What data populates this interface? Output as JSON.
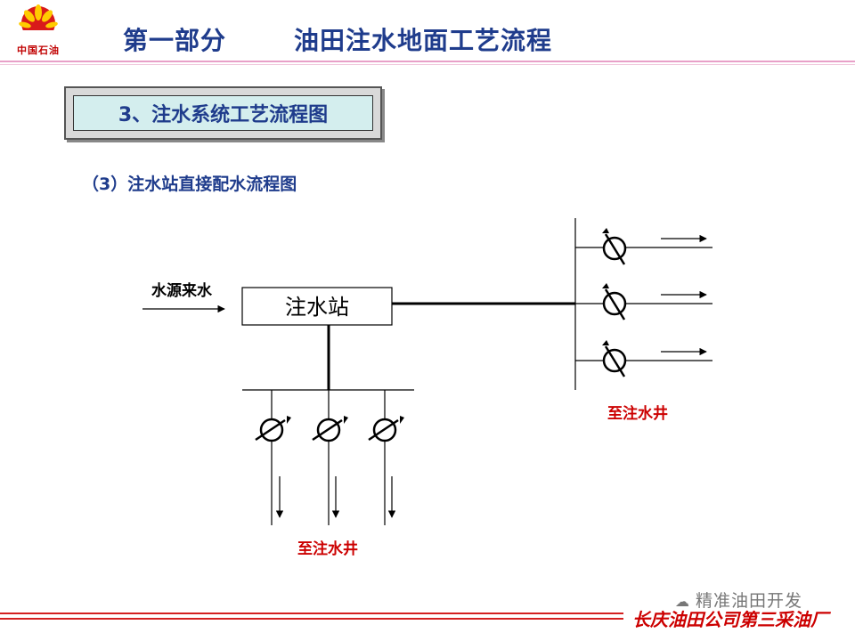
{
  "header": {
    "logo_text": "中国石油",
    "part": "第一部分",
    "title": "油田注水地面工艺流程"
  },
  "section": {
    "title": "3、注水系统工艺流程图",
    "subtitle": "（3）注水站直接配水流程图"
  },
  "diagram": {
    "source_label": "水源来水",
    "station_label": "注水站",
    "wells_label_right": "至注水井",
    "wells_label_bottom": "至注水井"
  },
  "footer": {
    "watermark": "精准油田开发",
    "company": "长庆油田公司第三采油厂"
  },
  "colors": {
    "header_text": "#1f3c8c",
    "label_red": "#cc0000",
    "accent_pink": "#e8a0c8",
    "title_box_fill": "#d4eeee"
  }
}
